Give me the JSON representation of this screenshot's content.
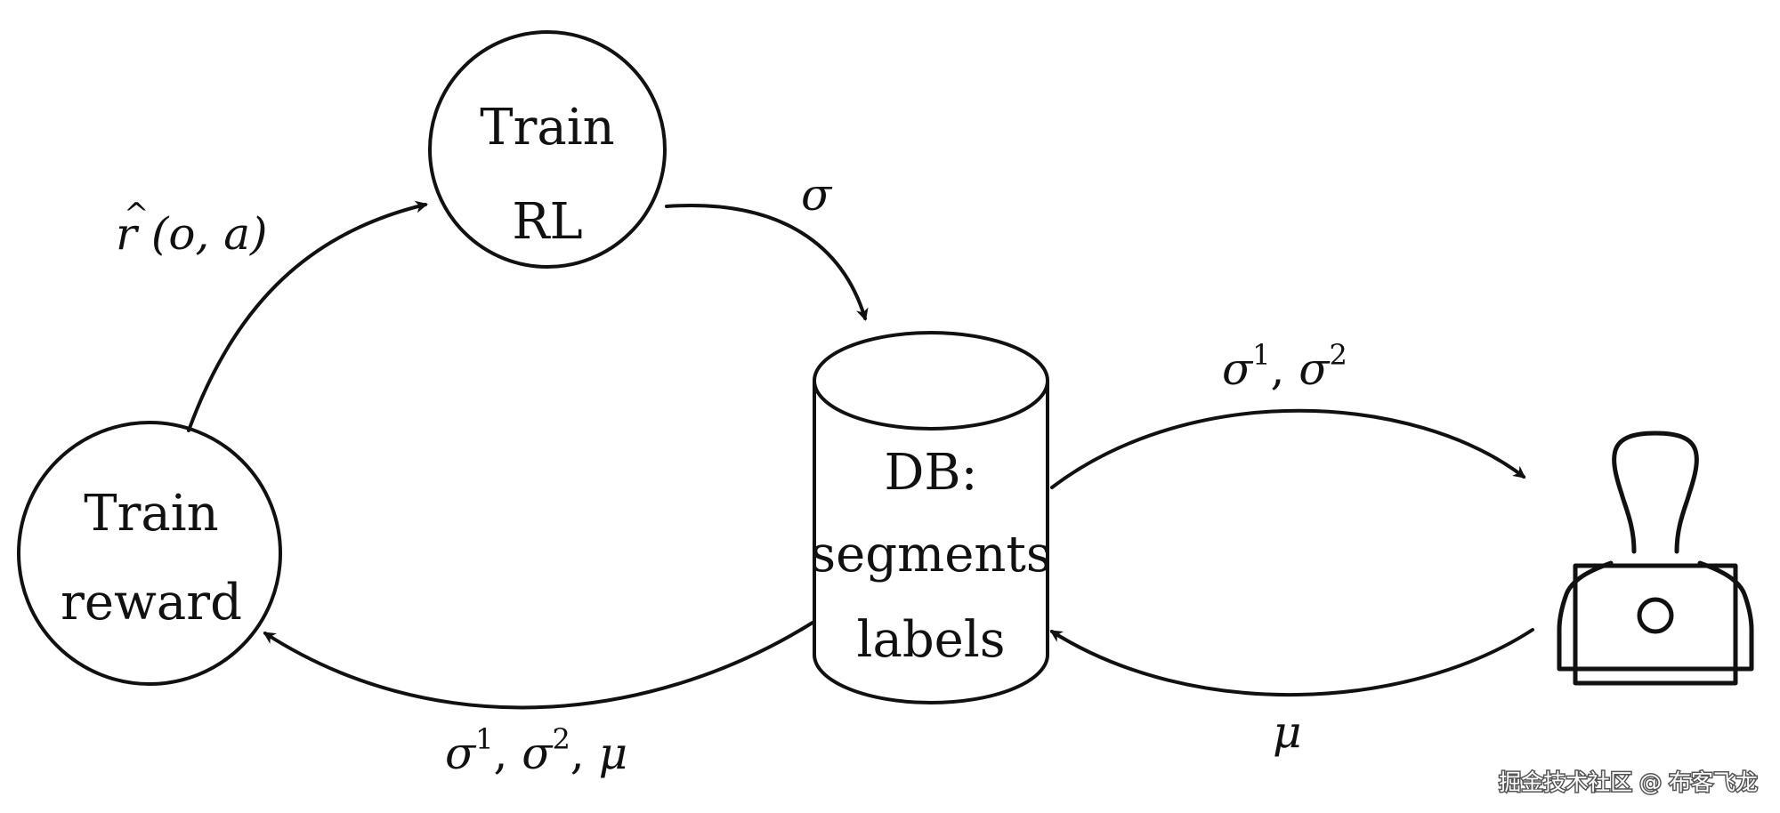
{
  "nodes": {
    "train_rl": {
      "line1": "Train",
      "line2": "RL"
    },
    "train_reward": {
      "line1": "Train",
      "line2": "reward"
    },
    "db": {
      "line1": "DB:",
      "line2": "segments",
      "line3": "labels"
    },
    "human": {
      "icon": "person-at-laptop-icon"
    }
  },
  "edges": {
    "reward_to_rl": {
      "base": "r",
      "hat": "^",
      "args": "(o, a)"
    },
    "rl_to_db": {
      "label": "σ"
    },
    "db_to_human": {
      "s1": "σ",
      "sup1": "1",
      "sep": ", ",
      "s2": "σ",
      "sup2": "2"
    },
    "human_to_db": {
      "label": "μ"
    },
    "db_to_reward": {
      "s1": "σ",
      "sup1": "1",
      "sep1": ", ",
      "s2": "σ",
      "sup2": "2",
      "sep2": ", ",
      "s3": "μ"
    }
  },
  "watermark": {
    "text": "掘金技术社区 @ 布客飞龙"
  },
  "colors": {
    "stroke": "#111111",
    "background": "#ffffff",
    "watermark_shadow": "#555555"
  }
}
